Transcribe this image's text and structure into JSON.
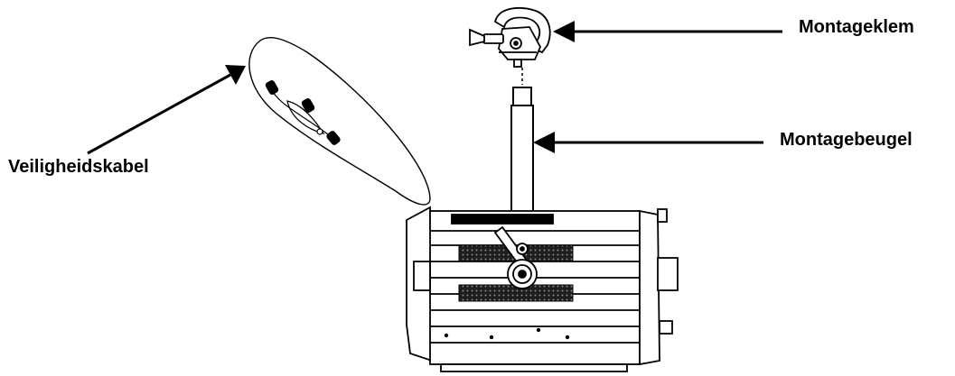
{
  "labels": {
    "mounting_clamp": "Montageklem",
    "mounting_bracket": "Montagebeugel",
    "safety_cable": "Veiligheidskabel"
  },
  "colors": {
    "line": "#000000",
    "background": "#ffffff",
    "grille": "#222222"
  },
  "icons": {
    "clamp": "hook-clamp-icon",
    "arrow": "arrow-left-icon"
  }
}
